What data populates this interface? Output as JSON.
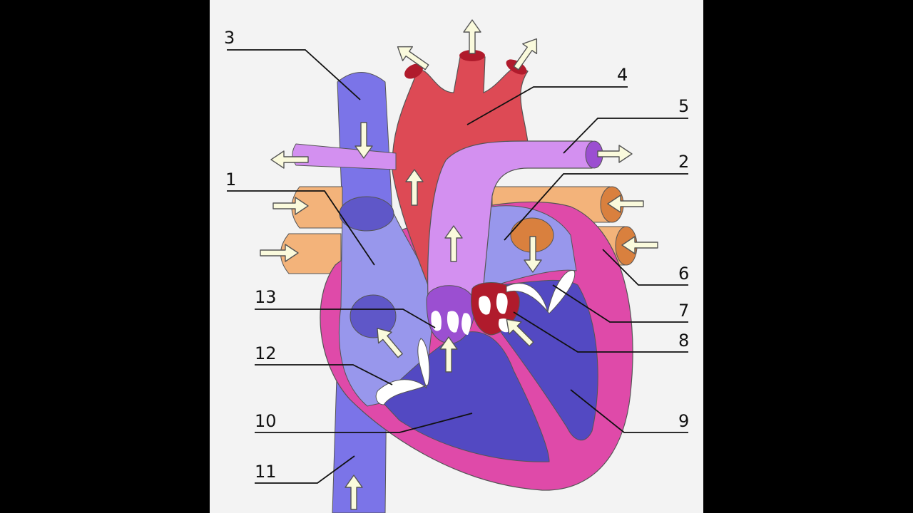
{
  "colors": {
    "letterbox": "#000000",
    "background": "#f3f3f3",
    "deoxygenated_vessel": "#7b74e8",
    "right_atrium": "#9897ec",
    "ventricle_chamber": "#5349c2",
    "myocardium": "#df4aa9",
    "aorta": "#dd4a55",
    "pulmonary_artery": "#d390f0",
    "pulmonary_veins": "#f3b37a",
    "valve_red": "#b01b2c",
    "valve_purple": "#9b4fd1",
    "flow_arrow": "#fafadc"
  },
  "labels": [
    {
      "id": "1",
      "text": "1"
    },
    {
      "id": "2",
      "text": "2"
    },
    {
      "id": "3",
      "text": "3"
    },
    {
      "id": "4",
      "text": "4"
    },
    {
      "id": "5",
      "text": "5"
    },
    {
      "id": "6",
      "text": "6"
    },
    {
      "id": "7",
      "text": "7"
    },
    {
      "id": "8",
      "text": "8"
    },
    {
      "id": "9",
      "text": "9"
    },
    {
      "id": "10",
      "text": "10"
    },
    {
      "id": "11",
      "text": "11"
    },
    {
      "id": "12",
      "text": "12"
    },
    {
      "id": "13",
      "text": "13"
    }
  ]
}
